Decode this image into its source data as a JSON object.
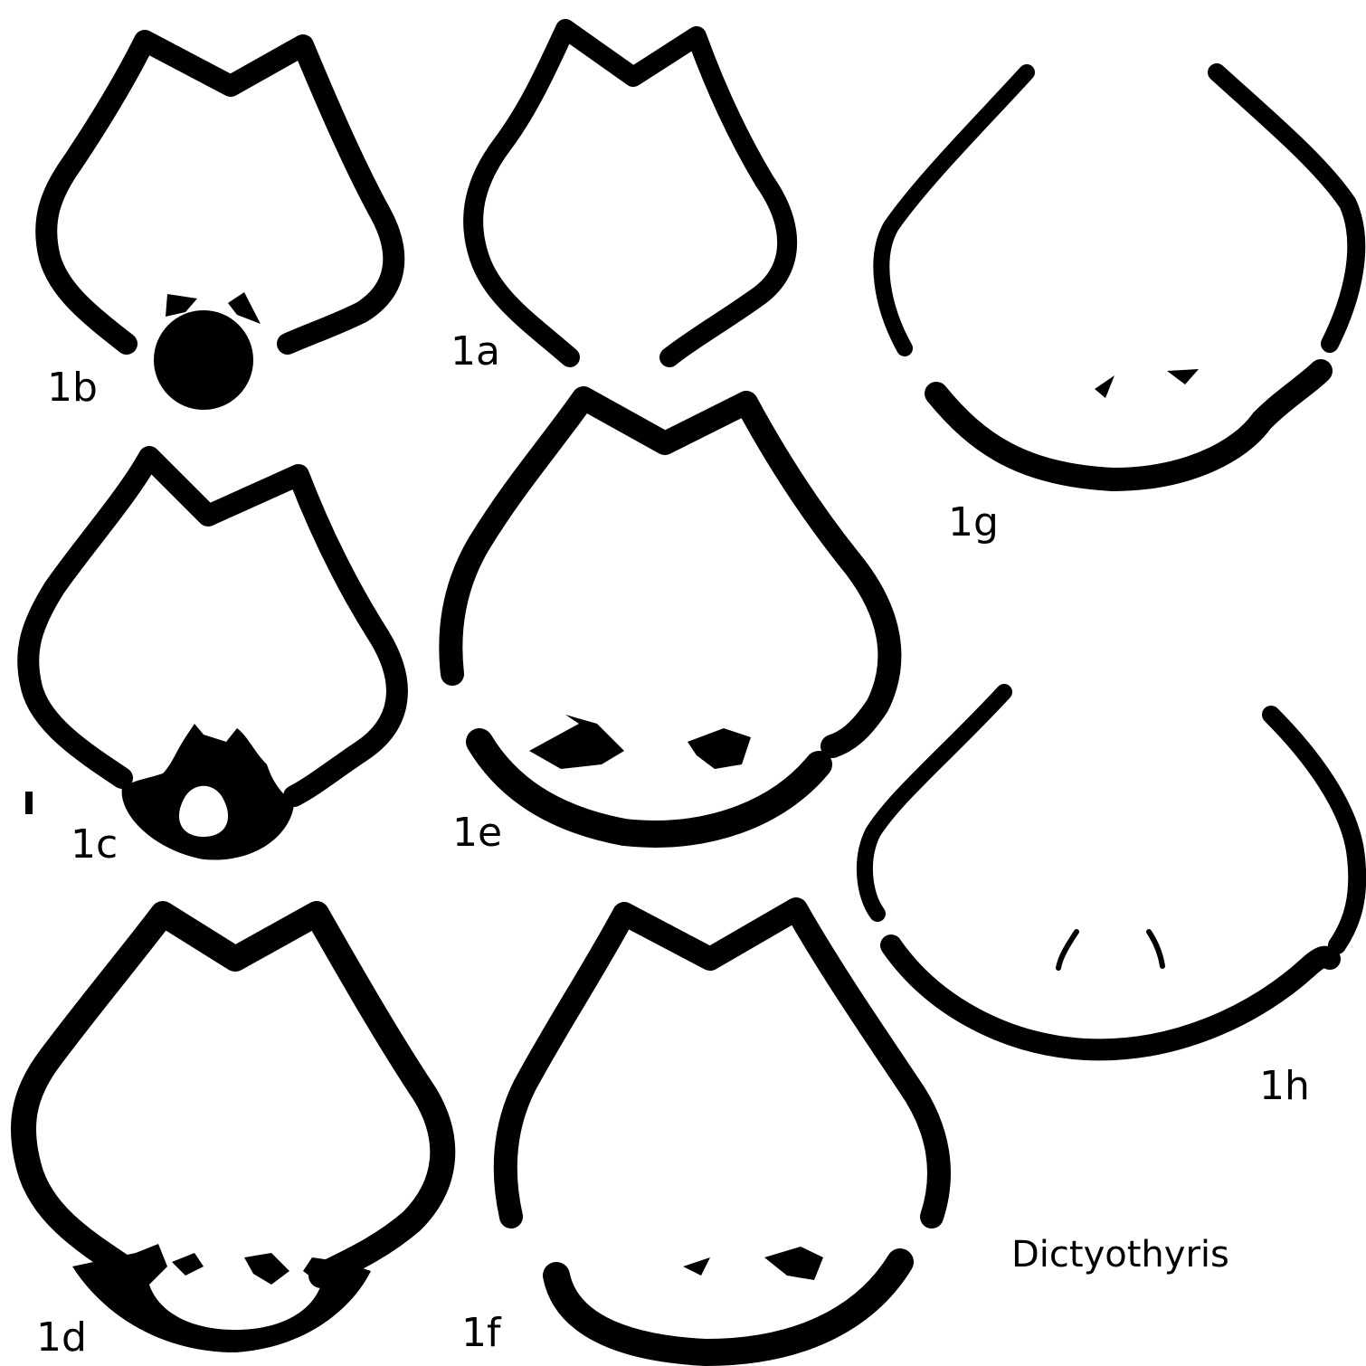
{
  "plate": {
    "genus": "Dictyothyris",
    "ink_color": "#000000",
    "paper_color": "#ffffff",
    "figures": [
      {
        "id": "1a",
        "label": "1a"
      },
      {
        "id": "1b",
        "label": "1b"
      },
      {
        "id": "1c",
        "label": "1c"
      },
      {
        "id": "1d",
        "label": "1d"
      },
      {
        "id": "1e",
        "label": "1e"
      },
      {
        "id": "1f",
        "label": "1f"
      },
      {
        "id": "1g",
        "label": "1g"
      },
      {
        "id": "1h",
        "label": "1h"
      }
    ]
  }
}
